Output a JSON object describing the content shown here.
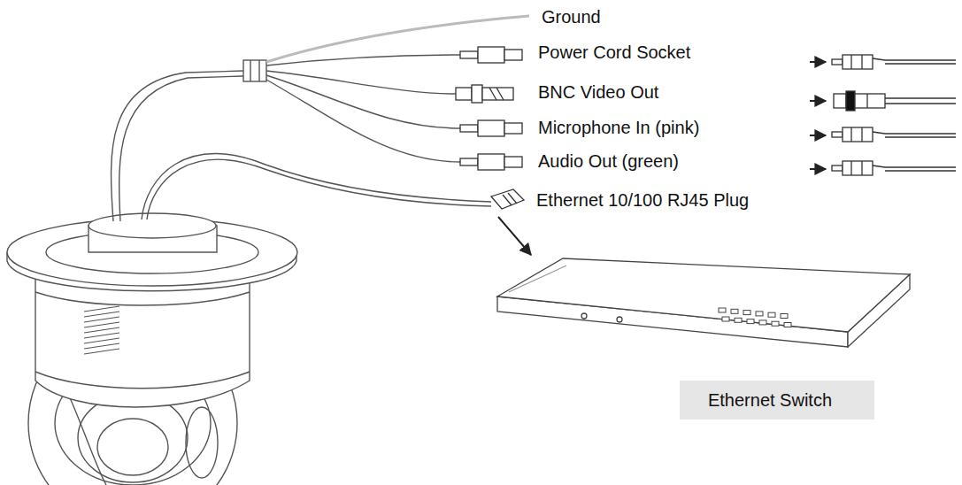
{
  "diagram": {
    "nodes": [
      {
        "text": [
          "Ethernet Switch"
        ]
      }
    ],
    "labels": [
      "Ground",
      "Power Cord Socket",
      "BNC Video Out",
      "Microphone In (pink)",
      "Audio Out (green)",
      "Ethernet 10/100 RJ45 Plug"
    ]
  }
}
